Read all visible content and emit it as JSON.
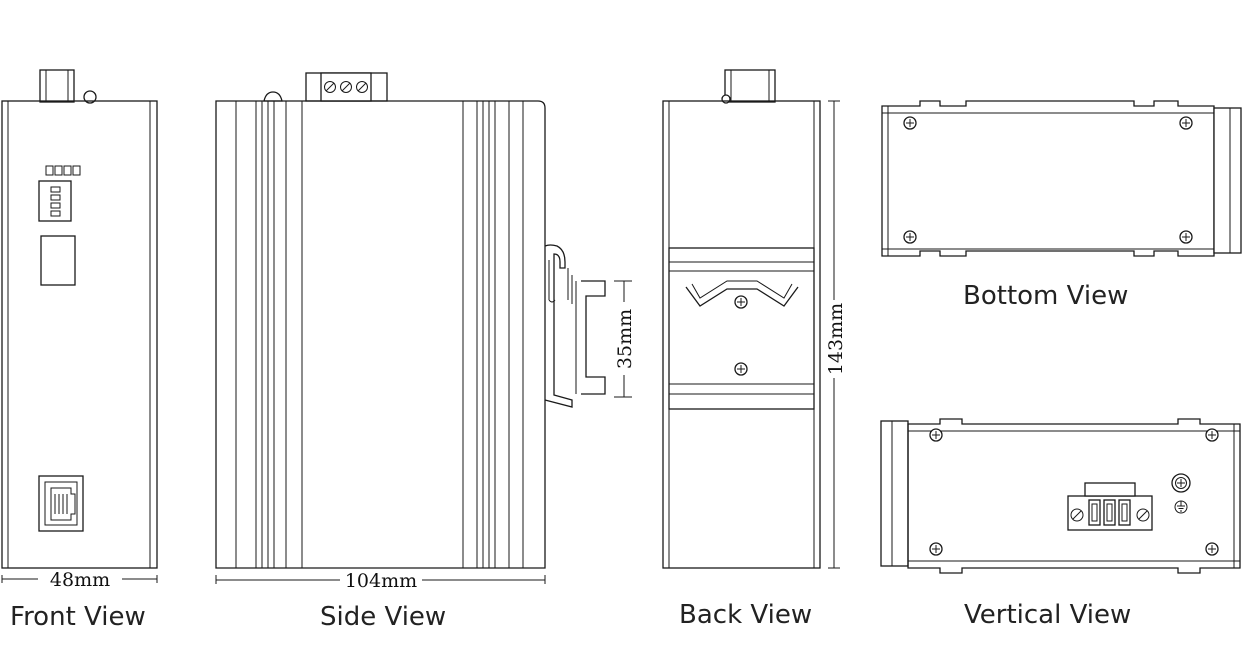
{
  "views": {
    "front": {
      "caption": "Front View",
      "width_dim": "48mm"
    },
    "side": {
      "caption": "Side View",
      "width_dim": "104mm",
      "rail_dim": "35mm"
    },
    "back": {
      "caption": "Back View",
      "height_dim": "143mm"
    },
    "bottom": {
      "caption": "Bottom View"
    },
    "vertical": {
      "caption": "Vertical View"
    }
  },
  "colors": {
    "line": "#1a1a1a",
    "background": "#ffffff"
  }
}
